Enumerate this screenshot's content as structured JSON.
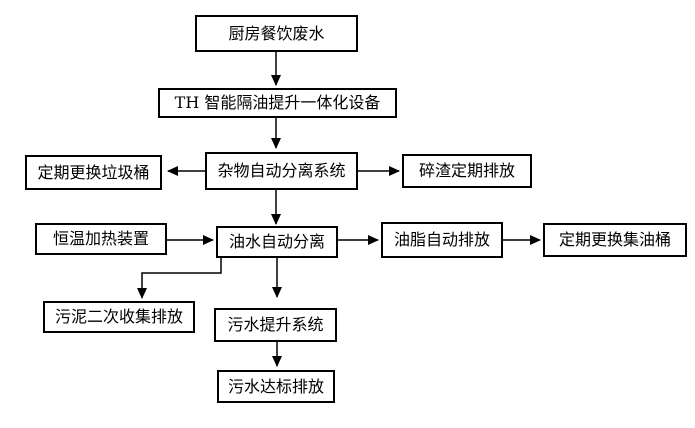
{
  "diagram": {
    "type": "flowchart",
    "background": "#ffffff",
    "line_color": "#000000",
    "box_border_color": "#000000",
    "text_color": "#000000",
    "nodes": [
      {
        "id": "kitchen-wastewater",
        "label": "厨房餐饮废水"
      },
      {
        "id": "th-integrated-device",
        "label": "TH 智能隔油提升一体化设备"
      },
      {
        "id": "debris-auto-separation",
        "label": "杂物自动分离系统"
      },
      {
        "id": "replace-trash-bin",
        "label": "定期更换垃圾桶"
      },
      {
        "id": "slag-periodic-discharge",
        "label": "碎渣定期排放"
      },
      {
        "id": "constant-temp-heating",
        "label": "恒温加热装置"
      },
      {
        "id": "oil-water-auto-separation",
        "label": "油水自动分离"
      },
      {
        "id": "grease-auto-discharge",
        "label": "油脂自动排放"
      },
      {
        "id": "replace-oil-collection-barrel",
        "label": "定期更换集油桶"
      },
      {
        "id": "sludge-secondary-collection",
        "label": "污泥二次收集排放"
      },
      {
        "id": "sewage-lifting-system",
        "label": "污水提升系统"
      },
      {
        "id": "sewage-standard-discharge",
        "label": "污水达标排放"
      }
    ],
    "edges": [
      {
        "from": "kitchen-wastewater",
        "to": "th-integrated-device",
        "route": "down"
      },
      {
        "from": "th-integrated-device",
        "to": "debris-auto-separation",
        "route": "down"
      },
      {
        "from": "debris-auto-separation",
        "to": "replace-trash-bin",
        "route": "left"
      },
      {
        "from": "debris-auto-separation",
        "to": "slag-periodic-discharge",
        "route": "right"
      },
      {
        "from": "debris-auto-separation",
        "to": "oil-water-auto-separation",
        "route": "down"
      },
      {
        "from": "constant-temp-heating",
        "to": "oil-water-auto-separation",
        "route": "right"
      },
      {
        "from": "oil-water-auto-separation",
        "to": "grease-auto-discharge",
        "route": "right"
      },
      {
        "from": "grease-auto-discharge",
        "to": "replace-oil-collection-barrel",
        "route": "right"
      },
      {
        "from": "oil-water-auto-separation",
        "to": "sludge-secondary-collection",
        "route": "down-left-down-elbow"
      },
      {
        "from": "oil-water-auto-separation",
        "to": "sewage-lifting-system",
        "route": "down"
      },
      {
        "from": "sewage-lifting-system",
        "to": "sewage-standard-discharge",
        "route": "down"
      }
    ]
  }
}
